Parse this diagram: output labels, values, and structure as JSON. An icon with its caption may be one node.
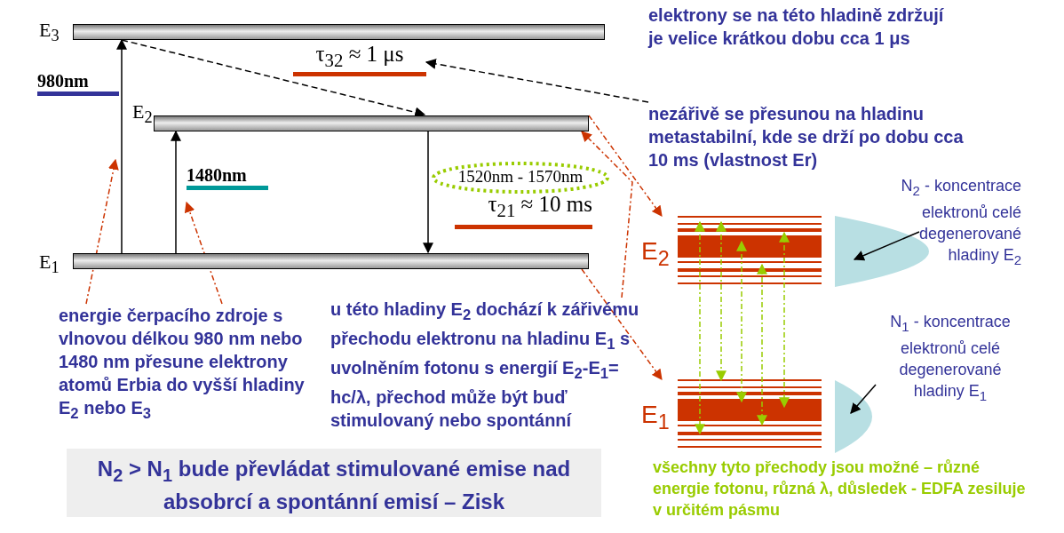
{
  "diagram": {
    "nodes": [
      {
        "text": [
          "E$_{3}$"
        ]
      },
      {
        "text": [
          "E$_{2}$"
        ]
      },
      {
        "text": [
          "E$_{1}$"
        ]
      },
      {
        "text": [
          "τ$_{32}$ ≈ 1 μs"
        ]
      },
      {
        "text": [
          "1520nm - 1570nm"
        ]
      },
      {
        "text": [
          "nezářivě se přesunou na hladinu metastabilní, kde se drží po dobu cca 10 ms (vlastnost Er)"
        ]
      },
      {
        "text": [
          "energie čerpacího zdroje s vlnovou délkou 980 nm nebo 1480 nm přesune elektrony atomů Erbia do vyšší hladiny E$_{2}$ nebo E$_{3}$"
        ]
      },
      {
        "text": [
          "u této hladiny E$_{2}$ dochází k zářivému přechodu elektronu na hladinu E$_{1}$ s uvolněním fotonu s energií E$_{2}$-E$_{1}$= hc/λ, přechod může být buď stimulovaný nebo spontánní"
        ]
      },
      {
        "text": [
          "N$_{2}$ > N$_{1}$ bude převládat stimulované emise nad absobrcí a spontánní emisí – Zisk"
        ]
      },
      {
        "text": [
          "E$_{2}$"
        ]
      },
      {
        "text": [
          "E$_{1}$"
        ]
      },
      {
        "text": [
          "N$_{2}$ - koncentrace elektronů celé degenerované hladiny E$_{2}$"
        ]
      },
      {
        "text": [],
        "shape": "curve"
      },
      {
        "text": [
          "N$_{1}$ - koncentrace elektronů celé degenerované hladiny E$_{1}$"
        ]
      },
      {
        "text": [],
        "shape": "curve"
      }
    ],
    "edges": [
      {
        "from": 2,
        "to": 0,
        "arrow": "to",
        "label": "980nm"
      },
      {
        "from": 2,
        "to": 1,
        "arrow": "to",
        "label": "1480nm"
      },
      {
        "from": 0,
        "to": 1,
        "arrow": "to",
        "style": "dashed"
      },
      {
        "from": 1,
        "to": 2,
        "arrow": "to"
      },
      {
        "from": 5,
        "to": 3,
        "arrow": "to",
        "style": "dashed"
      },
      {
        "from": 6,
        "to": null,
        "arrow": "to",
        "style": "dashed",
        "color": "#cc3300"
      },
      {
        "from": 6,
        "to": null,
        "arrow": "to",
        "style": "dashed",
        "color": "#cc3300"
      },
      {
        "from": 7,
        "to": 1,
        "arrow": "to",
        "style": "dashed",
        "color": "#cc3300"
      },
      {
        "from": 1,
        "to": 9,
        "arrow": "to",
        "style": "dashed",
        "color": "#cc3300"
      },
      {
        "from": 2,
        "to": 10,
        "arrow": "to",
        "style": "dashed",
        "color": "#cc3300"
      },
      {
        "from": 11,
        "to": 12,
        "arrow": "to"
      },
      {
        "from": 13,
        "to": 14,
        "arrow": "to"
      },
      {
        "from": 9,
        "to": 10,
        "arrow": "both",
        "style": "dashed",
        "color": "#99cc00"
      },
      {
        "from": 9,
        "to": 10,
        "arrow": "both",
        "style": "dashed",
        "color": "#99cc00"
      },
      {
        "from": 9,
        "to": 10,
        "arrow": "both",
        "style": "dashed",
        "color": "#99cc00"
      },
      {
        "from": 9,
        "to": 10,
        "arrow": "both",
        "style": "dashed",
        "color": "#99cc00"
      },
      {
        "from": 9,
        "to": 10,
        "arrow": "both",
        "style": "dashed",
        "color": "#99cc00"
      }
    ],
    "labels": [
      "elektrony se na této hladině zdržují je velice krátkou dobu cca 1 μs",
      "τ$_{21}$ ≈ 10 ms",
      "všechny tyto přechody jsou možné – různé energie fotonu, různá λ, důsledek - EDFA zesiluje v určitém pásmu"
    ]
  }
}
